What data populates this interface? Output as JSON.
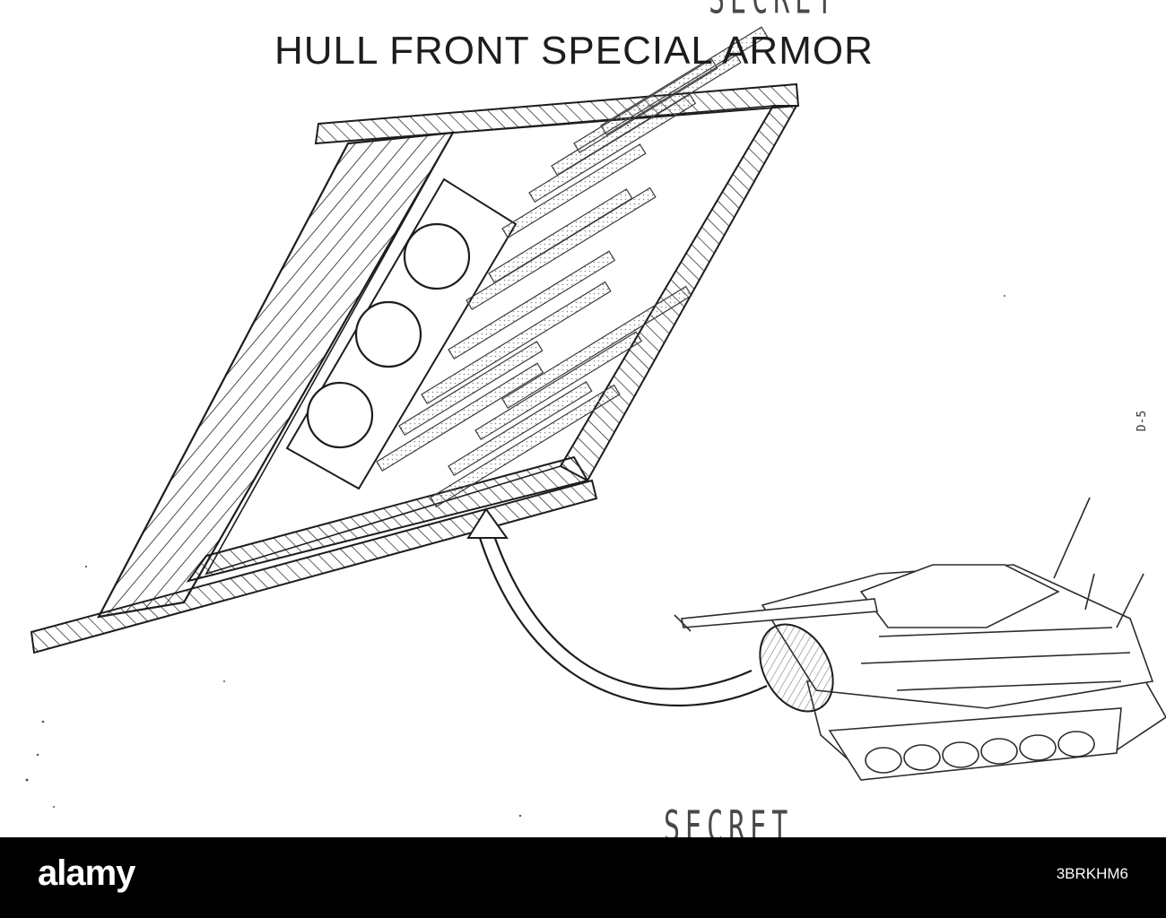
{
  "document": {
    "classification_top": "SECRET",
    "title": "HULL FRONT SPECIAL ARMOR",
    "page_number": "D-5",
    "classification_bottom": "SECRET"
  },
  "footer": {
    "brand": "alamy",
    "image_id": "3BRKHM6"
  },
  "colors": {
    "ink": "#1d1d1d",
    "paper": "#ffffff",
    "footer_bg": "#000000",
    "footer_text": "#ffffff"
  }
}
